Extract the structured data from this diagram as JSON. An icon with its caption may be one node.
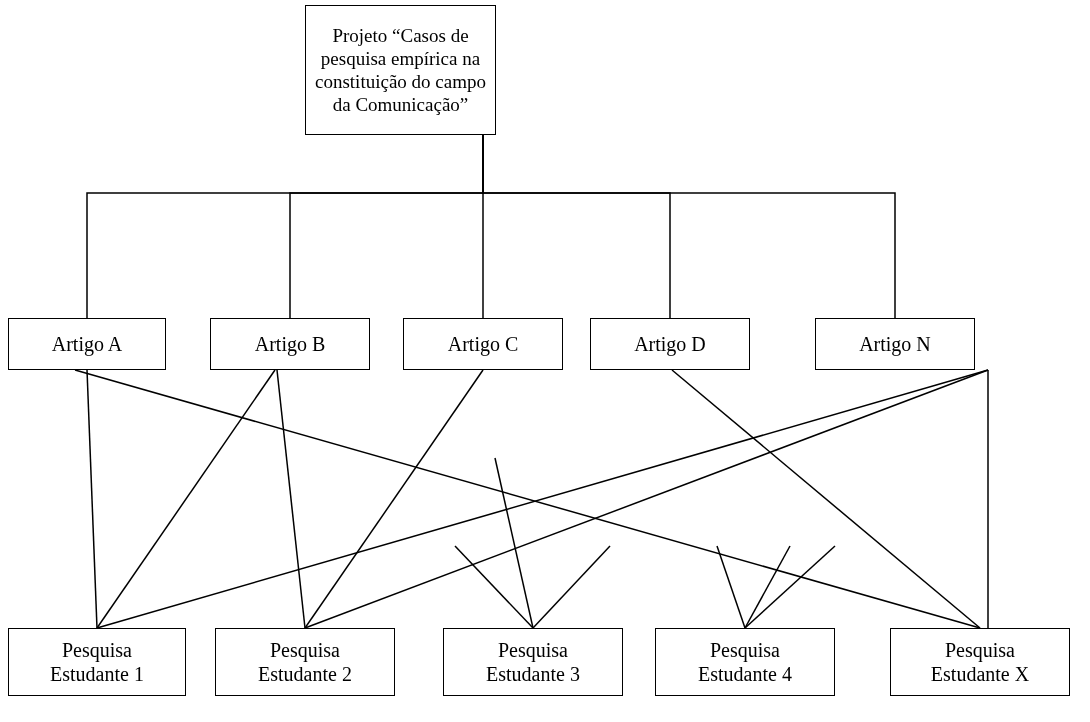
{
  "diagram": {
    "nodes": [
      {
        "text": [
          "Projeto “Casos de pesquisa empírica na constituição do campo da Comunicação”"
        ]
      },
      {
        "text": [
          "Artigo A"
        ]
      },
      {
        "text": [
          "Artigo B"
        ]
      },
      {
        "text": [
          "Artigo C"
        ]
      },
      {
        "text": [
          "Artigo D"
        ]
      },
      {
        "text": [
          "Artigo N"
        ]
      },
      {
        "text": [
          "Pesquisa Estudante 1"
        ]
      },
      {
        "text": [
          "Pesquisa Estudante 2"
        ]
      },
      {
        "text": [
          "Pesquisa Estudante 3"
        ]
      },
      {
        "text": [
          "Pesquisa Estudante 4"
        ]
      },
      {
        "text": [
          "Pesquisa Estudante X"
        ]
      }
    ],
    "edges": [
      {
        "from": 0,
        "to": 1,
        "arrow": "none"
      },
      {
        "from": 0,
        "to": 2,
        "arrow": "none"
      },
      {
        "from": 0,
        "to": 3,
        "arrow": "none"
      },
      {
        "from": 0,
        "to": 4,
        "arrow": "none"
      },
      {
        "from": 0,
        "to": 5,
        "arrow": "none"
      },
      {
        "from": 1,
        "to": 6,
        "arrow": "none"
      },
      {
        "from": 1,
        "to": 10,
        "arrow": "none"
      },
      {
        "from": 2,
        "to": 6,
        "arrow": "none"
      },
      {
        "from": 2,
        "to": 7,
        "arrow": "none"
      },
      {
        "from": 3,
        "to": 7,
        "arrow": "none"
      },
      {
        "from": 4,
        "to": 10,
        "arrow": "none"
      },
      {
        "from": 5,
        "to": 6,
        "arrow": "none"
      },
      {
        "from": 5,
        "to": 7,
        "arrow": "none"
      },
      {
        "from": 5,
        "to": 10,
        "arrow": "none"
      },
      {
        "from": null,
        "to": 8,
        "arrow": "none"
      },
      {
        "from": null,
        "to": 8,
        "arrow": "none"
      },
      {
        "from": null,
        "to": 8,
        "arrow": "none"
      },
      {
        "from": null,
        "to": 9,
        "arrow": "none"
      },
      {
        "from": null,
        "to": 9,
        "arrow": "none"
      },
      {
        "from": null,
        "to": 9,
        "arrow": "none"
      }
    ]
  }
}
